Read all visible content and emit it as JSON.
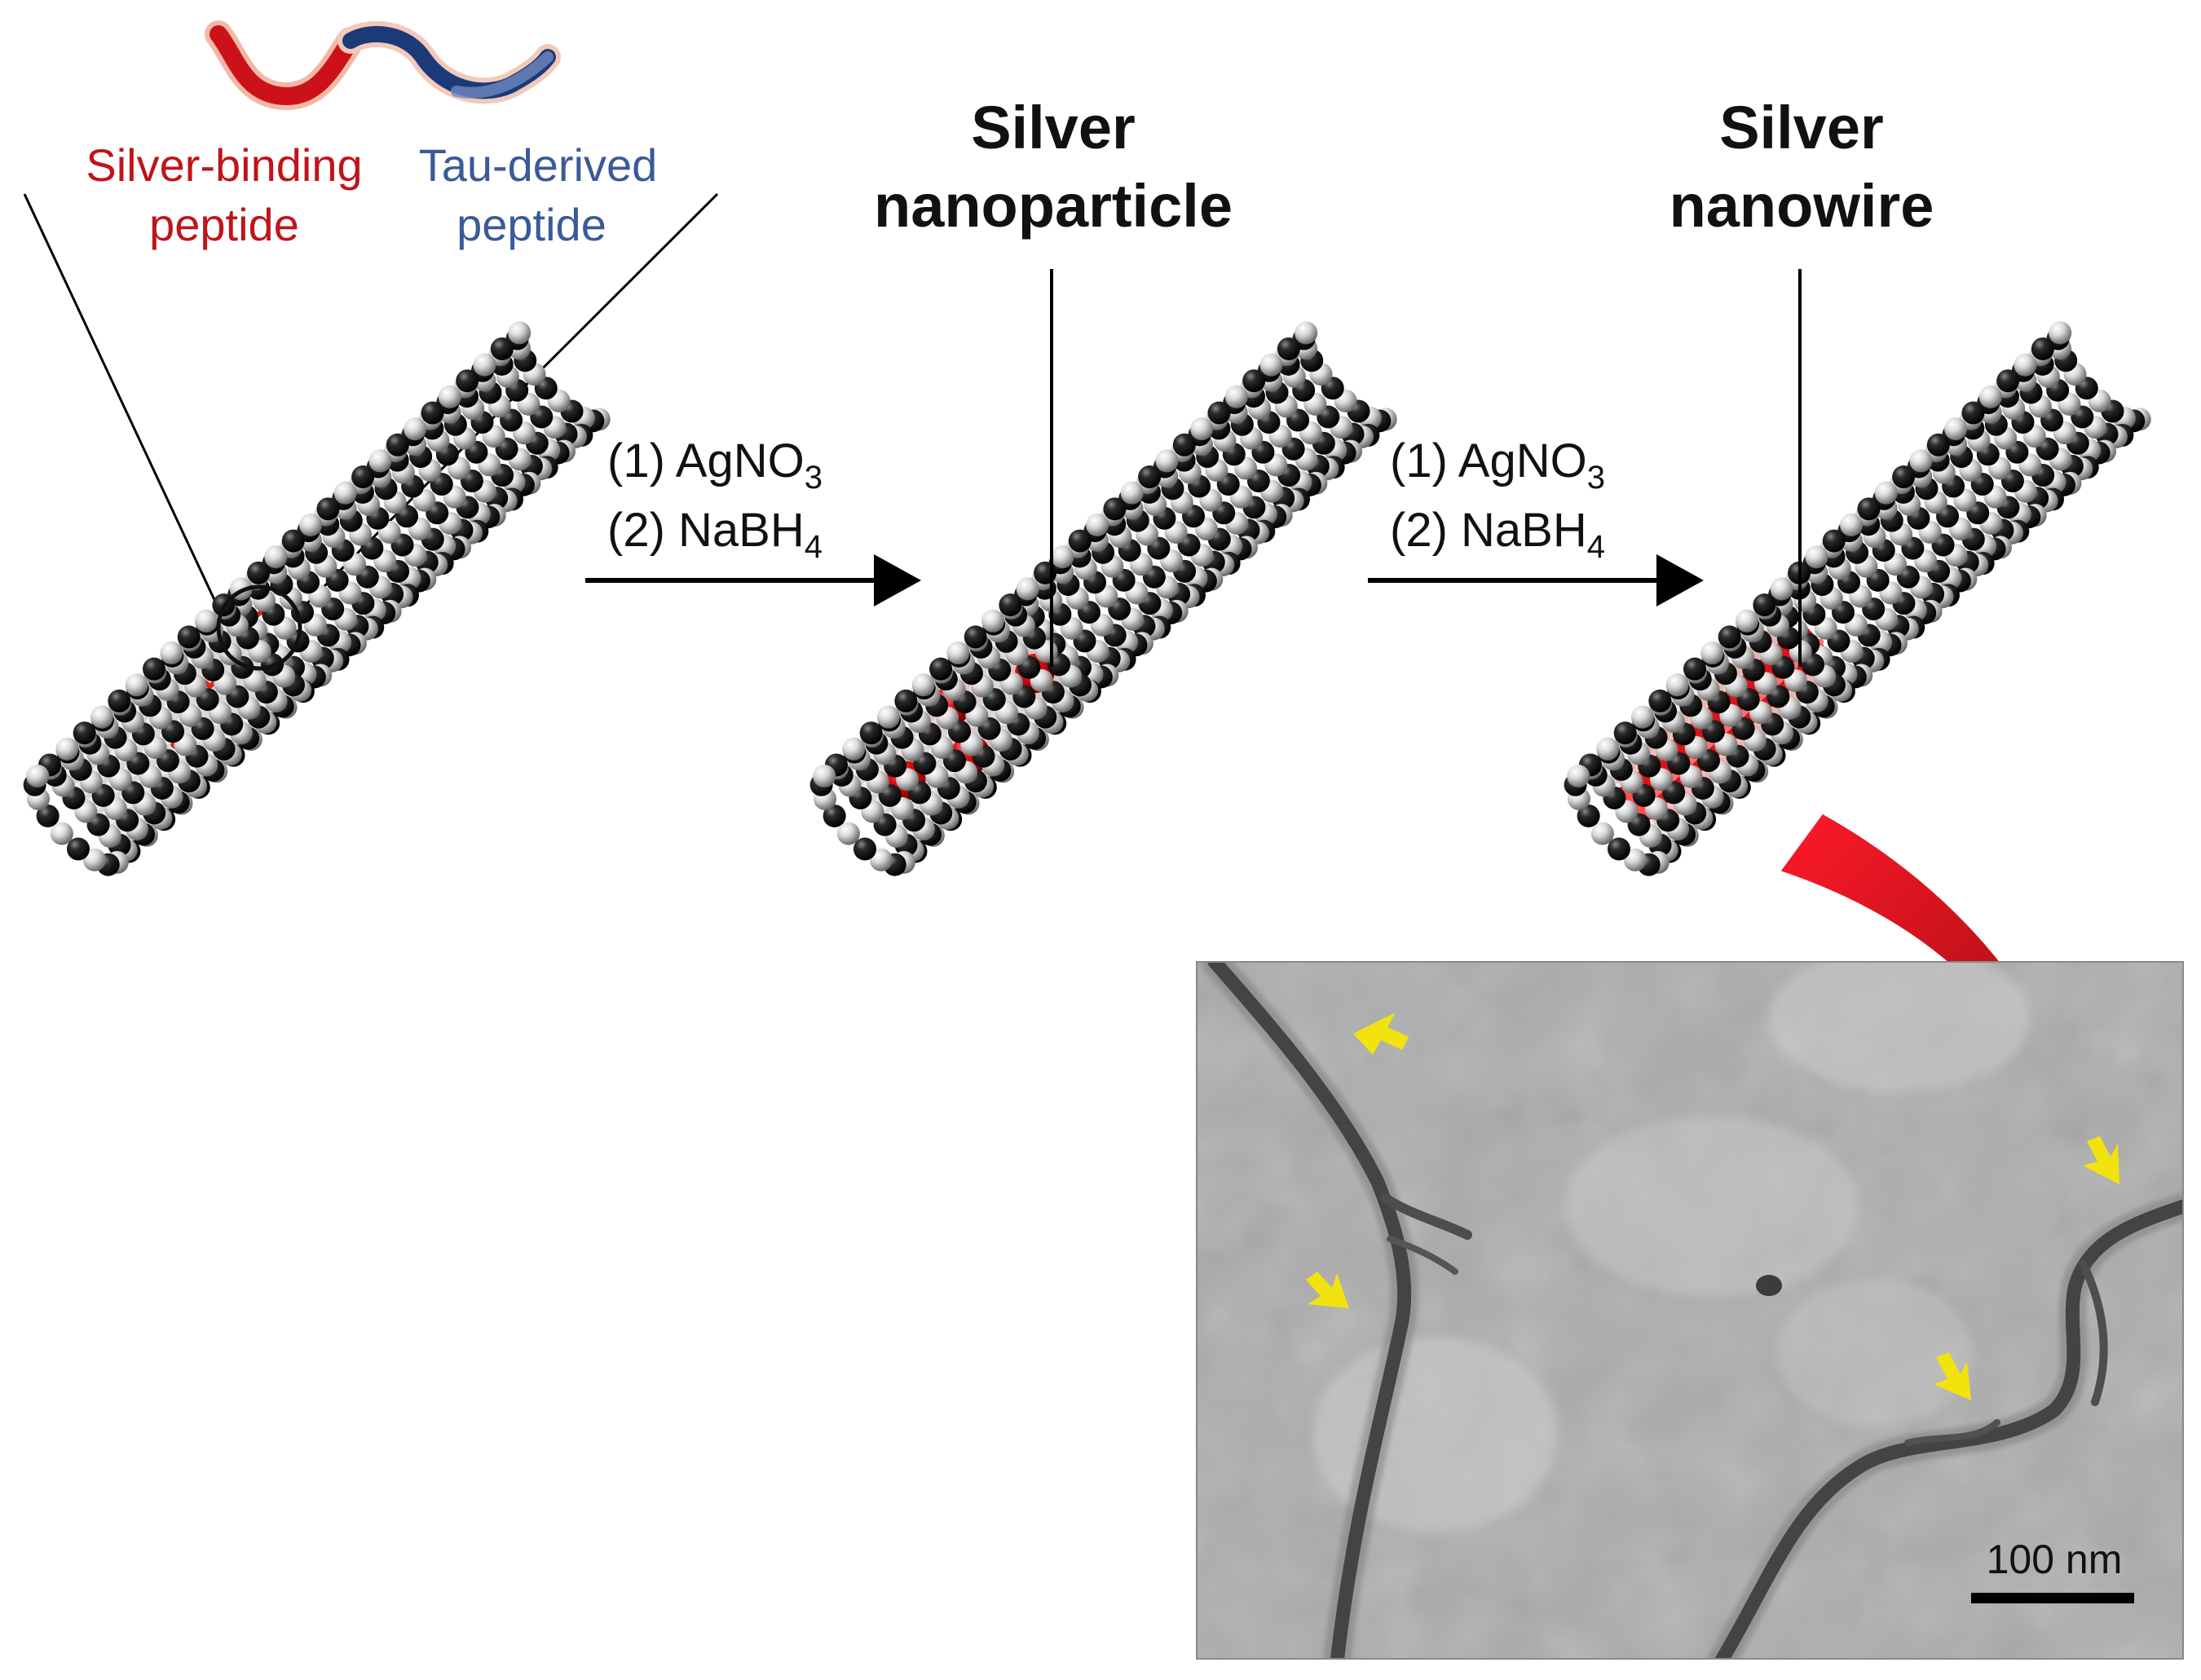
{
  "peptide": {
    "silver_binding_line1": "Silver-binding",
    "silver_binding_line2": "peptide",
    "tau_line1": "Tau-derived",
    "tau_line2": "peptide",
    "silver_color": "#d0141a",
    "tau_color": "#1c3a78"
  },
  "stage2": {
    "title_line1": "Silver",
    "title_line2": "nanoparticle"
  },
  "stage3": {
    "title_line1": "Silver",
    "title_line2": "nanowire"
  },
  "step1": {
    "line1_prefix": "(1) AgNO",
    "line1_sub": "3",
    "line2_prefix": "(2) NaBH",
    "line2_sub": "4"
  },
  "step2": {
    "line1_prefix": "(1) AgNO",
    "line1_sub": "3",
    "line2_prefix": "(2) NaBH",
    "line2_sub": "4"
  },
  "micrograph": {
    "scale_bar_label": "100 nm",
    "arrow_color": "#f2e20e",
    "callout_color": "#d11a1a"
  }
}
